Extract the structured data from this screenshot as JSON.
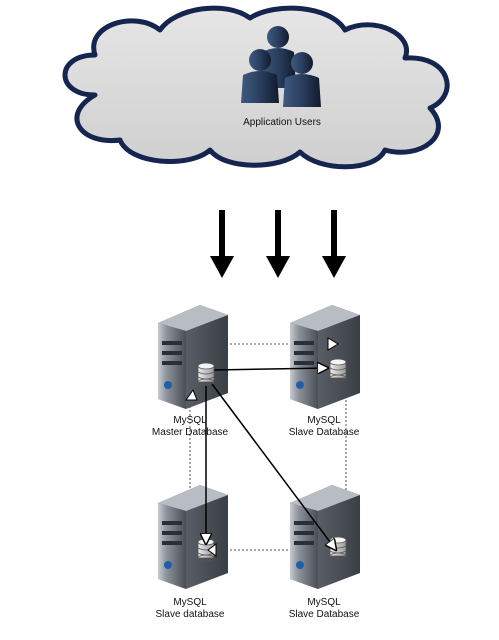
{
  "cloud": {
    "label": "Application Users",
    "fill": "#d9d9d9",
    "stroke": "#15254f"
  },
  "arrows": {
    "count": 3,
    "color": "#000000"
  },
  "servers": [
    {
      "id": "master",
      "line1": "MySQL",
      "line2": "Master Database"
    },
    {
      "id": "slave-top-right",
      "line1": "MySQL",
      "line2": "Slave Database"
    },
    {
      "id": "slave-bottom-left",
      "line1": "MySQL",
      "line2": "Slave database"
    },
    {
      "id": "slave-bottom-right",
      "line1": "MySQL",
      "line2": "Slave Database"
    }
  ],
  "colors": {
    "server_body": "#5a5e66",
    "server_front": "#3c4048",
    "server_light": "#9aa0aa",
    "accent_blue": "#1f5fa8",
    "user_icon": "#2c3e5c"
  }
}
